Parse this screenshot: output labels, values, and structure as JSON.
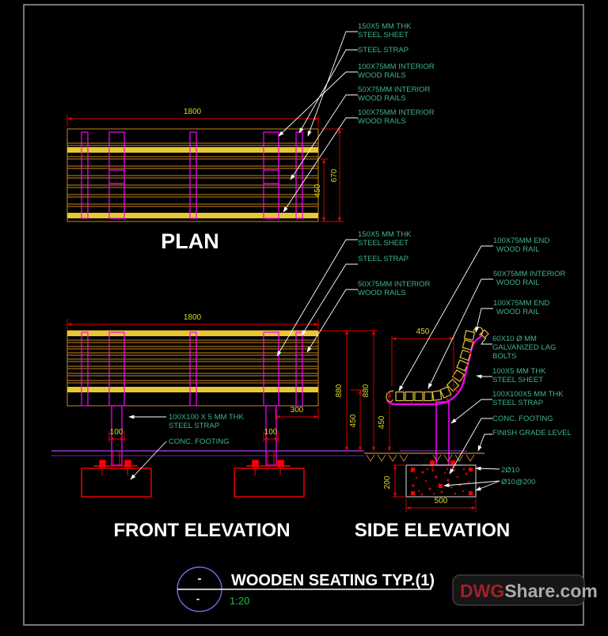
{
  "views": {
    "plan": {
      "label": "PLAN"
    },
    "front": {
      "label": "FRONT ELEVATION"
    },
    "side": {
      "label": "SIDE ELEVATION"
    }
  },
  "callouts": {
    "plan": [
      {
        "lines": [
          "150X5 MM THK",
          "STEEL SHEET"
        ]
      },
      {
        "lines": [
          "STEEL STRAP"
        ]
      },
      {
        "lines": [
          "100X75MM INTERIOR",
          "WOOD RAILS"
        ]
      },
      {
        "lines": [
          "50X75MM INTERIOR",
          "WOOD RAILS"
        ]
      },
      {
        "lines": [
          "100X75MM INTERIOR",
          "WOOD RAILS"
        ]
      }
    ],
    "front": [
      {
        "lines": [
          "150X5 MM THK",
          "STEEL SHEET"
        ]
      },
      {
        "lines": [
          "STEEL STRAP"
        ]
      },
      {
        "lines": [
          "50X75MM INTERIOR",
          "WOOD RAILS"
        ]
      },
      {
        "lines": [
          "100X100 X 5 MM THK",
          "STEEL STRAP"
        ]
      },
      {
        "lines": [
          "CONC. FOOTING"
        ]
      }
    ],
    "side_left": [
      {
        "lines": [
          "100X75MM END",
          "WOOD RAIL"
        ]
      },
      {
        "lines": [
          "50X75MM INTERIOR",
          "WOOD RAIL"
        ]
      },
      {
        "lines": [
          "100X75MM END",
          "WOOD RAIL"
        ]
      }
    ],
    "side_right": [
      {
        "lines": [
          "60X10 Ø MM",
          "GALVANIZED LAG",
          "BOLTS"
        ]
      },
      {
        "lines": [
          "100X5 MM THK",
          "STEEL SHEET"
        ]
      },
      {
        "lines": [
          "100X100X5 MM THK",
          "STEEL STRAP"
        ]
      },
      {
        "lines": [
          "CONC. FOOTING"
        ]
      },
      {
        "lines": [
          "FINISH GRADE LEVEL"
        ]
      }
    ],
    "footing": [
      {
        "lines": [
          "2Ø10"
        ]
      },
      {
        "lines": [
          "Ø10@200"
        ]
      }
    ]
  },
  "dimensions": {
    "plan": {
      "width": "1800",
      "depth_outer": "670",
      "depth_inner": "450"
    },
    "front": {
      "width": "1800",
      "height": "880",
      "seat_height": "450",
      "leg_left": "100",
      "leg_right": "100",
      "end_offset": "300"
    },
    "side": {
      "seat_depth": "450",
      "height": "880",
      "seat_height": "450",
      "footing_depth": "200",
      "footing_width": "500"
    }
  },
  "titleblock": {
    "title": "WOODEN SEATING TYP.(1)",
    "scale": "1:20",
    "detail_top": "-",
    "detail_bottom": "-"
  },
  "logo": {
    "prefix": "DWG",
    "suffix": "Share.com"
  },
  "colors": {
    "background": "#000000",
    "frame": "#9e9e9e",
    "wood": "#c8861e",
    "wood_bright": "#e3c437",
    "strap_magenta": "#ff00ff",
    "dim_red": "#e00000",
    "dim_text_yellow": "#d9d91e",
    "callout_teal": "#3fb392",
    "ground_purple": "#9932cc",
    "grade_tan": "#c8823c",
    "scale_green": "#1dbe45",
    "logo_red": "#a02028",
    "logo_gray": "#ababab"
  }
}
